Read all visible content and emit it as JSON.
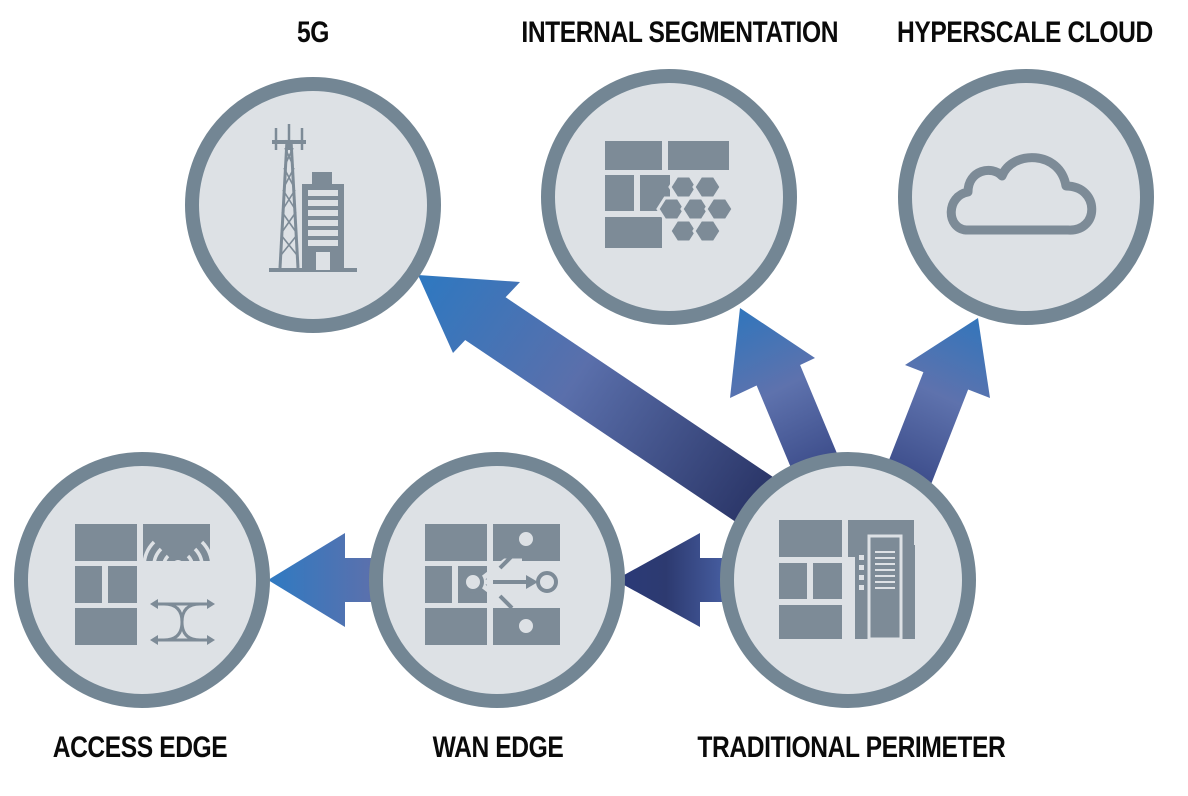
{
  "nodes": {
    "g5": {
      "label": "5G",
      "icon": "cell-tower-building-icon"
    },
    "internal": {
      "label": "INTERNAL SEGMENTATION",
      "icon": "firewall-hexagon-icon"
    },
    "cloud": {
      "label": "HYPERSCALE CLOUD",
      "icon": "cloud-icon"
    },
    "access": {
      "label": "ACCESS EDGE",
      "icon": "firewall-wireless-icon"
    },
    "wan": {
      "label": "WAN EDGE",
      "icon": "firewall-routing-icon"
    },
    "perimeter": {
      "label": "TRADITIONAL PERIMETER",
      "icon": "firewall-appliance-icon"
    }
  },
  "edges": [
    {
      "from": "TRADITIONAL PERIMETER",
      "to": "5G"
    },
    {
      "from": "TRADITIONAL PERIMETER",
      "to": "INTERNAL SEGMENTATION"
    },
    {
      "from": "TRADITIONAL PERIMETER",
      "to": "HYPERSCALE CLOUD"
    },
    {
      "from": "TRADITIONAL PERIMETER",
      "to": "WAN EDGE"
    },
    {
      "from": "WAN EDGE",
      "to": "ACCESS EDGE"
    }
  ],
  "colors": {
    "ring": "#738694",
    "disc": "#dde1e5",
    "icon": "#7d8b97",
    "arrow_light": "#2f73b8",
    "arrow_dark": "#2e3b73"
  }
}
